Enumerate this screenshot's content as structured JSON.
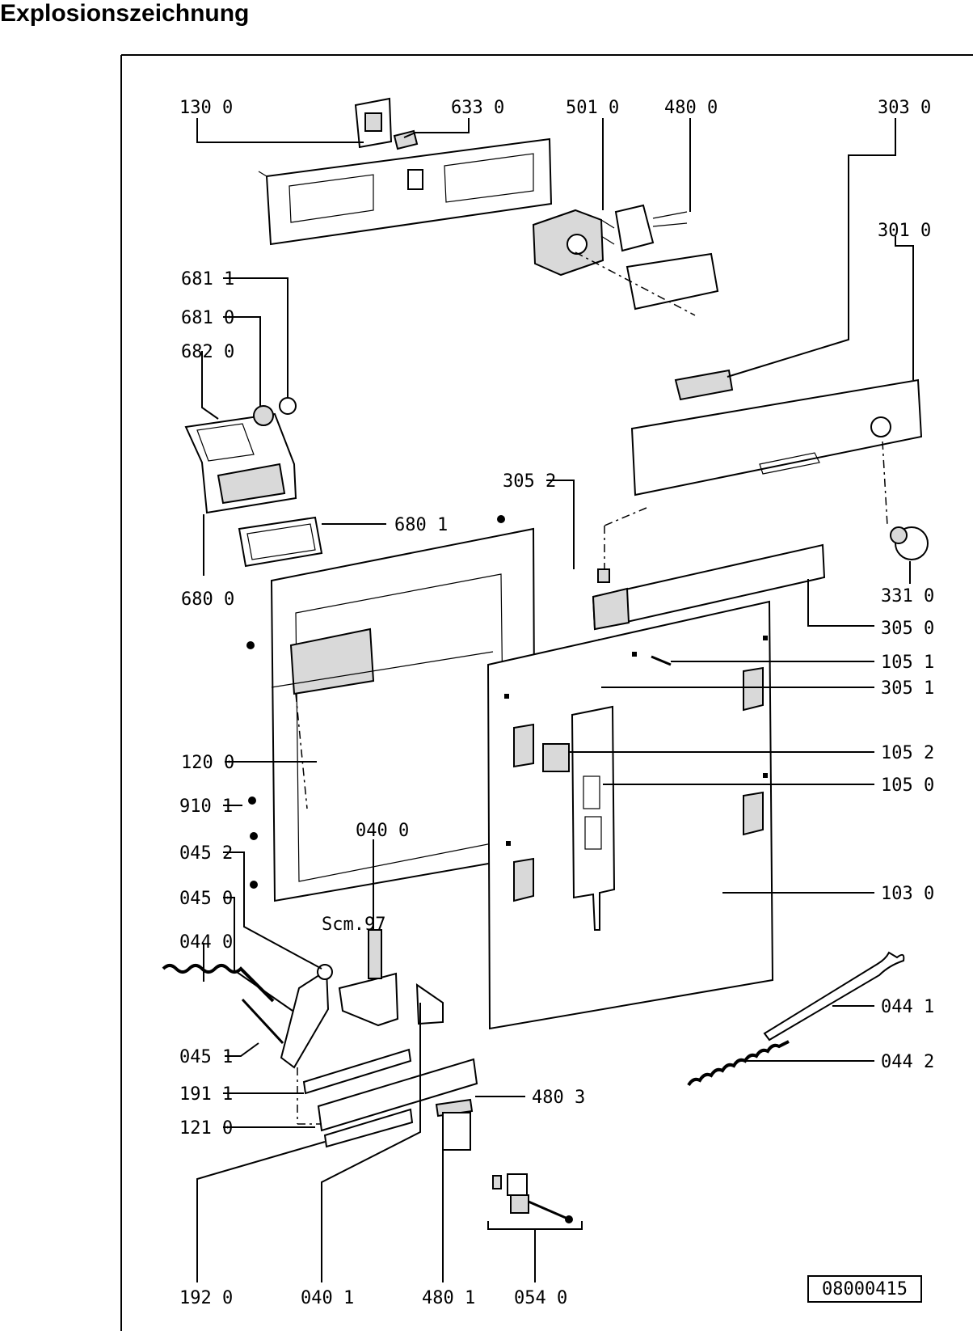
{
  "title": "Explosionszeichnung",
  "drawing_number": "08000415",
  "sketch_note": "Scm.97",
  "part_labels": {
    "p130_0": "130 0",
    "p633_0": "633 0",
    "p501_0": "501 0",
    "p480_0": "480 0",
    "p303_0": "303 0",
    "p301_0": "301 0",
    "p681_1": "681 1",
    "p681_0": "681 0",
    "p682_0": "682 0",
    "p680_1": "680 1",
    "p680_0": "680 0",
    "p305_2": "305 2",
    "p331_0": "331 0",
    "p305_0": "305 0",
    "p105_1": "105 1",
    "p305_1": "305 1",
    "p105_2": "105 2",
    "p105_0": "105 0",
    "p120_0": "120 0",
    "p910_1": "910 1",
    "p040_0": "040 0",
    "p045_2": "045 2",
    "p045_0": "045 0",
    "p044_0": "044 0",
    "p103_0": "103 0",
    "p044_1": "044 1",
    "p045_1": "045 1",
    "p044_2": "044 2",
    "p191_1": "191 1",
    "p480_3": "480 3",
    "p121_0": "121 0",
    "p192_0": "192 0",
    "p040_1": "040 1",
    "p480_1": "480 1",
    "p054_0": "054 0"
  }
}
